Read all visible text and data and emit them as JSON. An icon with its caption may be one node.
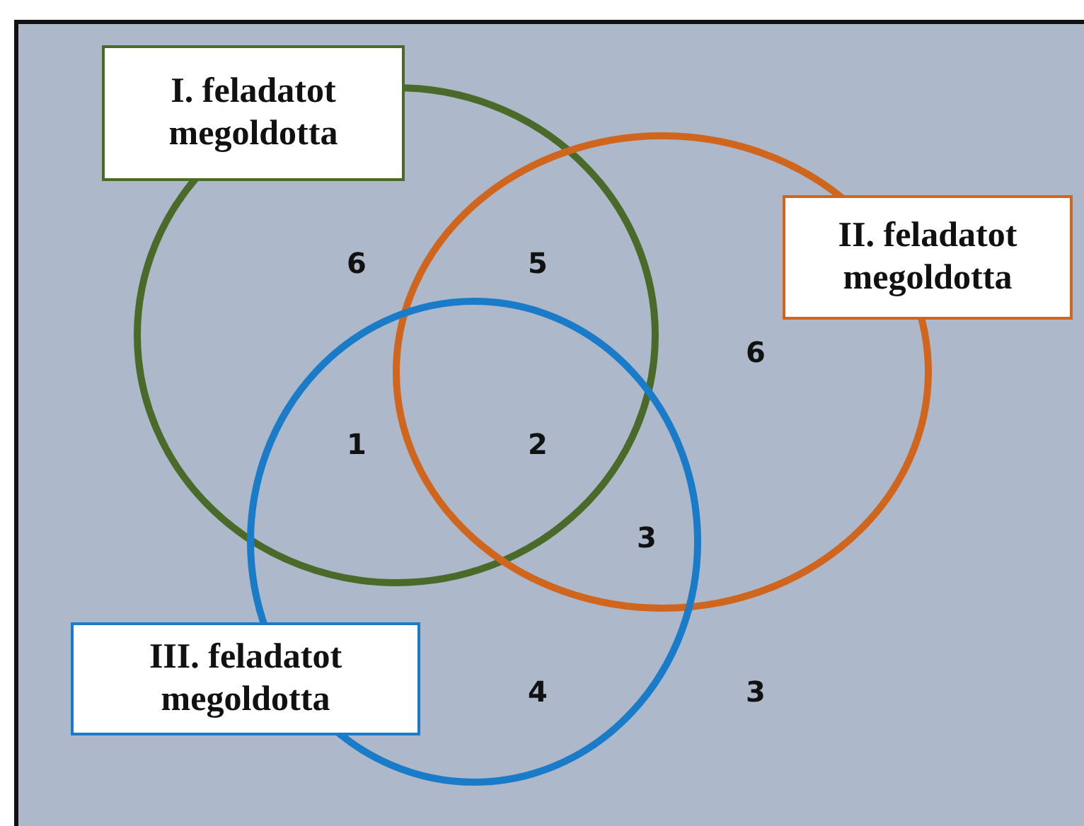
{
  "diagram": {
    "nodes": [
      {
        "text": [
          "I. feladatot megoldotta"
        ]
      },
      {
        "text": [
          "II. feladatot megoldotta"
        ]
      },
      {
        "text": [
          "III. feladatot megoldotta"
        ]
      }
    ],
    "edges": [],
    "labels": [
      "6",
      "5",
      "6",
      "1",
      "2",
      "3",
      "4",
      "3"
    ]
  }
}
